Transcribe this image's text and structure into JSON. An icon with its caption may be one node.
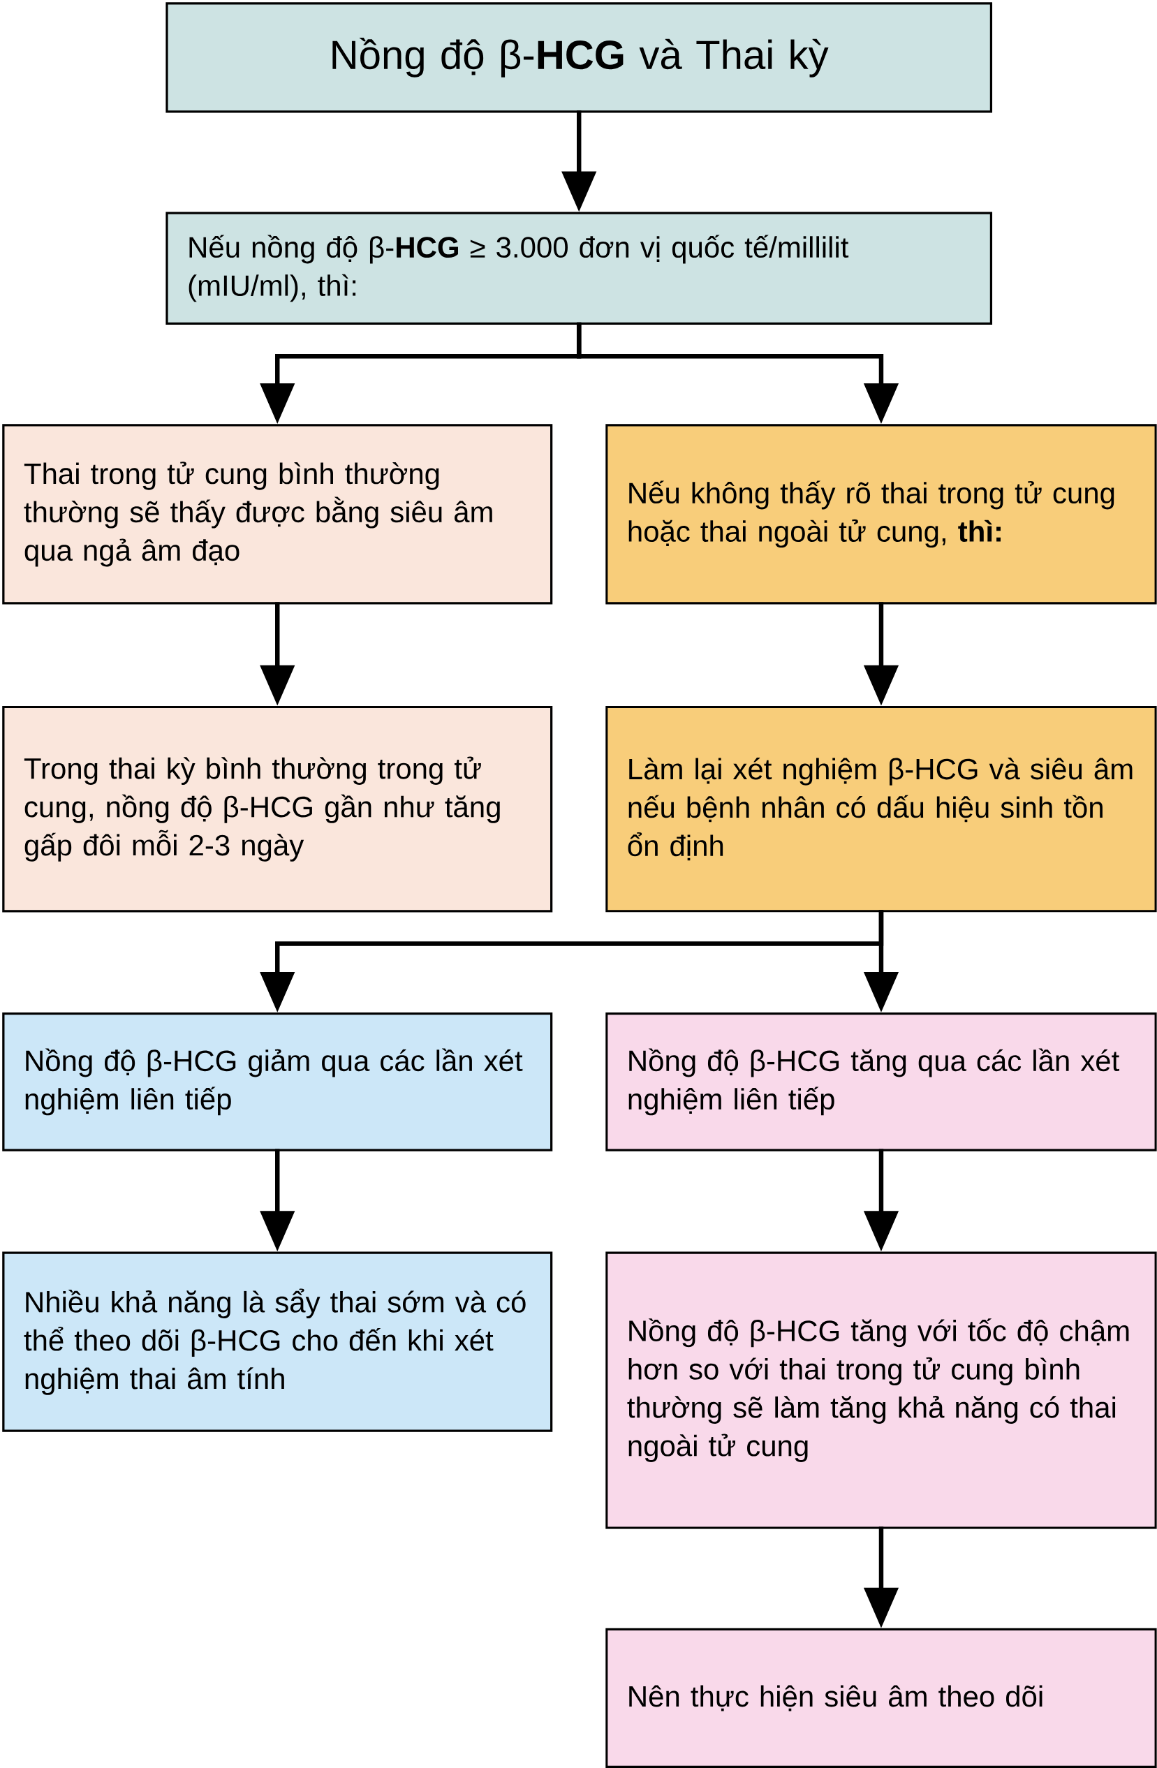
{
  "diagram": {
    "nodes": [
      {
        "text": [
          "Nồng độ β-**HCG** và Thai kỳ"
        ]
      },
      {
        "text": [
          "Nếu nồng độ β-**HCG** ≥ 3.000 đơn vị quốc tế/millilit (mIU/ml), thì:"
        ]
      },
      {
        "text": [
          "Thai trong tử cung bình thường thường sẽ thấy được bằng siêu âm qua ngả âm đạo"
        ]
      },
      {
        "text": [
          "Nếu không thấy rõ thai trong tử cung hoặc thai ngoài tử cung, **thì:**"
        ]
      },
      {
        "text": [
          "Trong thai kỳ bình thường trong tử cung, nồng độ β-HCG gần như tăng gấp đôi mỗi 2-3 ngày"
        ]
      },
      {
        "text": [
          "Làm lại xét nghiệm β-HCG và siêu âm nếu bệnh nhân có dấu hiệu sinh tồn ổn định"
        ]
      },
      {
        "text": [
          "Nồng độ β-HCG giảm qua các lần xét nghiệm liên tiếp"
        ]
      },
      {
        "text": [
          "Nồng độ β-HCG tăng qua các lần xét nghiệm liên tiếp"
        ]
      },
      {
        "text": [
          "Nhiều khả năng là sẩy thai sớm và có thể theo dõi β-HCG cho đến khi xét nghiệm thai âm tính"
        ]
      },
      {
        "text": [
          "Nồng độ β-HCG tăng với tốc độ chậm hơn so với thai trong tử cung bình thường sẽ làm tăng khả năng có thai ngoài tử cung"
        ]
      },
      {
        "text": [
          "Nên thực hiện siêu âm theo dõi"
        ]
      }
    ],
    "edges": [
      {
        "from": 0,
        "to": 1,
        "arrow": "to"
      },
      {
        "from": 1,
        "to": 2,
        "arrow": "to"
      },
      {
        "from": 1,
        "to": 3,
        "arrow": "to"
      },
      {
        "from": 2,
        "to": 4,
        "arrow": "to"
      },
      {
        "from": 3,
        "to": 5,
        "arrow": "to"
      },
      {
        "from": 5,
        "to": 6,
        "arrow": "to"
      },
      {
        "from": 5,
        "to": 7,
        "arrow": "to"
      },
      {
        "from": 6,
        "to": 8,
        "arrow": "to"
      },
      {
        "from": 7,
        "to": 9,
        "arrow": "to"
      },
      {
        "from": 9,
        "to": 10,
        "arrow": "to"
      }
    ]
  }
}
